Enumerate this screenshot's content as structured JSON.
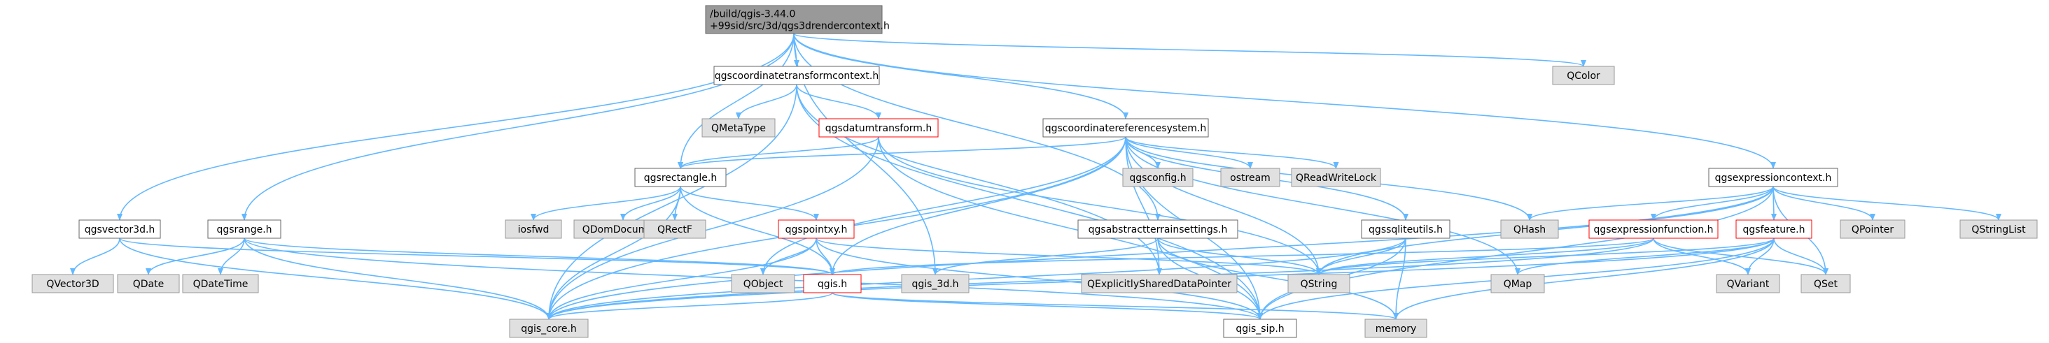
{
  "colors": {
    "edge": "#63b8ff",
    "root_fill": "#999999",
    "root_stroke": "#666666",
    "doc_fill": "#ffffff",
    "doc_stroke": "#666666",
    "incomplete_stroke": "#ff0000",
    "system_fill": "#e0e0e0",
    "system_stroke": "#999999",
    "system_text": "#666666",
    "text": "#000000"
  },
  "nodes": [
    {
      "id": "root",
      "lines": [
        "/build/qgis-3.44.0",
        "+99sid/src/3d/qgs3drendercontext.h"
      ],
      "kind": "root"
    },
    {
      "id": "coordxform",
      "lines": [
        "qgscoordinatetransformcontext.h"
      ],
      "kind": "doc"
    },
    {
      "id": "qcolor",
      "lines": [
        "QColor"
      ],
      "kind": "system"
    },
    {
      "id": "qmetatype",
      "lines": [
        "QMetaType"
      ],
      "kind": "system"
    },
    {
      "id": "datum",
      "lines": [
        "qgsdatumtransform.h"
      ],
      "kind": "incomplete"
    },
    {
      "id": "crs",
      "lines": [
        "qgscoordinatereferencesystem.h"
      ],
      "kind": "doc"
    },
    {
      "id": "rect",
      "lines": [
        "qgsrectangle.h"
      ],
      "kind": "doc"
    },
    {
      "id": "qgsconfig",
      "lines": [
        "qgsconfig.h"
      ],
      "kind": "system"
    },
    {
      "id": "ostream",
      "lines": [
        "ostream"
      ],
      "kind": "system"
    },
    {
      "id": "qrwlock",
      "lines": [
        "QReadWriteLock"
      ],
      "kind": "system"
    },
    {
      "id": "exprctx",
      "lines": [
        "qgsexpressioncontext.h"
      ],
      "kind": "doc"
    },
    {
      "id": "vector3d",
      "lines": [
        "qgsvector3d.h"
      ],
      "kind": "doc"
    },
    {
      "id": "range",
      "lines": [
        "qgsrange.h"
      ],
      "kind": "doc"
    },
    {
      "id": "iosfwd",
      "lines": [
        "iosfwd"
      ],
      "kind": "system"
    },
    {
      "id": "qdomdoc",
      "lines": [
        "QDomDocument"
      ],
      "kind": "system"
    },
    {
      "id": "qrectf",
      "lines": [
        "QRectF"
      ],
      "kind": "system"
    },
    {
      "id": "pointxy",
      "lines": [
        "qgspointxy.h"
      ],
      "kind": "incomplete"
    },
    {
      "id": "terrain",
      "lines": [
        "qgsabstractterrainsettings.h"
      ],
      "kind": "doc"
    },
    {
      "id": "sqlite",
      "lines": [
        "qgssqliteutils.h"
      ],
      "kind": "doc"
    },
    {
      "id": "qhash",
      "lines": [
        "QHash"
      ],
      "kind": "system"
    },
    {
      "id": "exprfunc",
      "lines": [
        "qgsexpressionfunction.h"
      ],
      "kind": "incomplete"
    },
    {
      "id": "feature",
      "lines": [
        "qgsfeature.h"
      ],
      "kind": "incomplete"
    },
    {
      "id": "qpointer",
      "lines": [
        "QPointer"
      ],
      "kind": "system"
    },
    {
      "id": "qstringlist",
      "lines": [
        "QStringList"
      ],
      "kind": "system"
    },
    {
      "id": "qvector3d",
      "lines": [
        "QVector3D"
      ],
      "kind": "system"
    },
    {
      "id": "qdate",
      "lines": [
        "QDate"
      ],
      "kind": "system"
    },
    {
      "id": "qdatetime",
      "lines": [
        "QDateTime"
      ],
      "kind": "system"
    },
    {
      "id": "qobject",
      "lines": [
        "QObject"
      ],
      "kind": "system"
    },
    {
      "id": "qgish",
      "lines": [
        "qgis.h"
      ],
      "kind": "incomplete"
    },
    {
      "id": "qgis3d",
      "lines": [
        "qgis_3d.h"
      ],
      "kind": "system"
    },
    {
      "id": "qexplshared",
      "lines": [
        "QExplicitlySharedDataPointer"
      ],
      "kind": "system"
    },
    {
      "id": "qstring",
      "lines": [
        "QString"
      ],
      "kind": "system"
    },
    {
      "id": "qmap",
      "lines": [
        "QMap"
      ],
      "kind": "system"
    },
    {
      "id": "qvariant",
      "lines": [
        "QVariant"
      ],
      "kind": "system"
    },
    {
      "id": "qset",
      "lines": [
        "QSet"
      ],
      "kind": "system"
    },
    {
      "id": "qgiscore",
      "lines": [
        "qgis_core.h"
      ],
      "kind": "system"
    },
    {
      "id": "qgissip",
      "lines": [
        "qgis_sip.h"
      ],
      "kind": "doc"
    },
    {
      "id": "memory",
      "lines": [
        "memory"
      ],
      "kind": "system"
    }
  ],
  "edges": [
    [
      "root",
      "coordxform"
    ],
    [
      "root",
      "qcolor"
    ],
    [
      "root",
      "crs"
    ],
    [
      "root",
      "rect"
    ],
    [
      "root",
      "exprctx"
    ],
    [
      "root",
      "vector3d"
    ],
    [
      "root",
      "range"
    ],
    [
      "root",
      "terrain"
    ],
    [
      "root",
      "qgis3d"
    ],
    [
      "coordxform",
      "qmetatype"
    ],
    [
      "coordxform",
      "datum"
    ],
    [
      "coordxform",
      "qgiscore"
    ],
    [
      "coordxform",
      "qexplshared"
    ],
    [
      "coordxform",
      "qgissip"
    ],
    [
      "datum",
      "qgiscore"
    ],
    [
      "datum",
      "rect"
    ],
    [
      "datum",
      "qstring"
    ],
    [
      "datum",
      "qgissip"
    ],
    [
      "crs",
      "rect"
    ],
    [
      "crs",
      "qgsconfig"
    ],
    [
      "crs",
      "ostream"
    ],
    [
      "crs",
      "qrwlock"
    ],
    [
      "crs",
      "qhash"
    ],
    [
      "crs",
      "sqlite"
    ],
    [
      "crs",
      "qobject"
    ],
    [
      "crs",
      "qgish"
    ],
    [
      "crs",
      "qexplshared"
    ],
    [
      "crs",
      "qstring"
    ],
    [
      "crs",
      "qmap"
    ],
    [
      "crs",
      "qgiscore"
    ],
    [
      "crs",
      "qgissip"
    ],
    [
      "rect",
      "iosfwd"
    ],
    [
      "rect",
      "qdomdoc"
    ],
    [
      "rect",
      "qrectf"
    ],
    [
      "rect",
      "pointxy"
    ],
    [
      "rect",
      "qgish"
    ],
    [
      "rect",
      "qgiscore"
    ],
    [
      "pointxy",
      "qobject"
    ],
    [
      "pointxy",
      "qgish"
    ],
    [
      "pointxy",
      "qstring"
    ],
    [
      "pointxy",
      "qgiscore"
    ],
    [
      "pointxy",
      "qgissip"
    ],
    [
      "qgish",
      "qgiscore"
    ],
    [
      "qgish",
      "qgissip"
    ],
    [
      "qgish",
      "memory"
    ],
    [
      "vector3d",
      "qvector3d"
    ],
    [
      "vector3d",
      "qgiscore"
    ],
    [
      "vector3d",
      "qgish"
    ],
    [
      "range",
      "qdate"
    ],
    [
      "range",
      "qdatetime"
    ],
    [
      "range",
      "qgiscore"
    ],
    [
      "range",
      "qgish"
    ],
    [
      "range",
      "qgissip"
    ],
    [
      "terrain",
      "qgis3d"
    ],
    [
      "terrain",
      "qstring"
    ],
    [
      "terrain",
      "memory"
    ],
    [
      "terrain",
      "qgissip"
    ],
    [
      "sqlite",
      "qgiscore"
    ],
    [
      "sqlite",
      "qstring"
    ],
    [
      "sqlite",
      "memory"
    ],
    [
      "sqlite",
      "qgissip"
    ],
    [
      "exprctx",
      "qhash"
    ],
    [
      "exprctx",
      "qpointer"
    ],
    [
      "exprctx",
      "qstringlist"
    ],
    [
      "exprctx",
      "qset"
    ],
    [
      "exprctx",
      "exprfunc"
    ],
    [
      "exprctx",
      "feature"
    ],
    [
      "exprctx",
      "qstring"
    ],
    [
      "exprctx",
      "qgiscore"
    ],
    [
      "exprctx",
      "qgissip"
    ],
    [
      "exprfunc",
      "qgish"
    ],
    [
      "exprfunc",
      "qvariant"
    ],
    [
      "exprfunc",
      "qset"
    ],
    [
      "exprfunc",
      "qstring"
    ],
    [
      "exprfunc",
      "qgiscore"
    ],
    [
      "feature",
      "qmap"
    ],
    [
      "feature",
      "qvariant"
    ],
    [
      "feature",
      "qset"
    ],
    [
      "feature",
      "qstring"
    ],
    [
      "feature",
      "qgiscore"
    ],
    [
      "feature",
      "qgissip"
    ],
    [
      "feature",
      "memory"
    ]
  ]
}
